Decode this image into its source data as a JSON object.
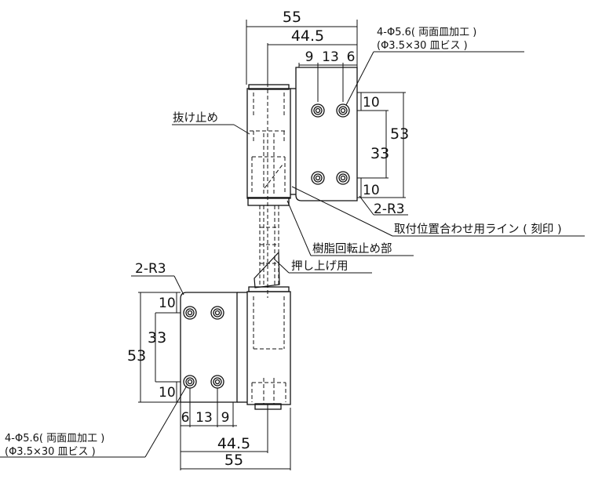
{
  "top_hinge": {
    "dim_width": "55",
    "dim_pin": "44.5",
    "dim_h1": "9",
    "dim_h2": "13",
    "dim_h3": "6",
    "dim_top": "10",
    "dim_height": "53",
    "dim_pitch": "33",
    "dim_bottom": "10",
    "radius": "2-R3",
    "hole_note_1": "4-Φ5.6( 両面皿加工 )",
    "hole_note_2": "(Φ3.5×30 皿ビス )"
  },
  "bottom_hinge": {
    "radius": "2-R3",
    "dim_top": "10",
    "dim_pitch": "33",
    "dim_height": "53",
    "dim_bottom": "10",
    "dim_h1": "6",
    "dim_h2": "13",
    "dim_h3": "9",
    "dim_pin": "44.5",
    "dim_width": "55",
    "hole_note_1": "4-Φ5.6( 両面皿加工 )",
    "hole_note_2": "(Φ3.5×30 皿ビス )"
  },
  "callouts": {
    "stopper": "抜け止め",
    "mark_line": "取付位置合わせ用ライン ( 刻印 )",
    "resin_stop": "樹脂回転止め部",
    "push_lift": "押し上げ用"
  }
}
